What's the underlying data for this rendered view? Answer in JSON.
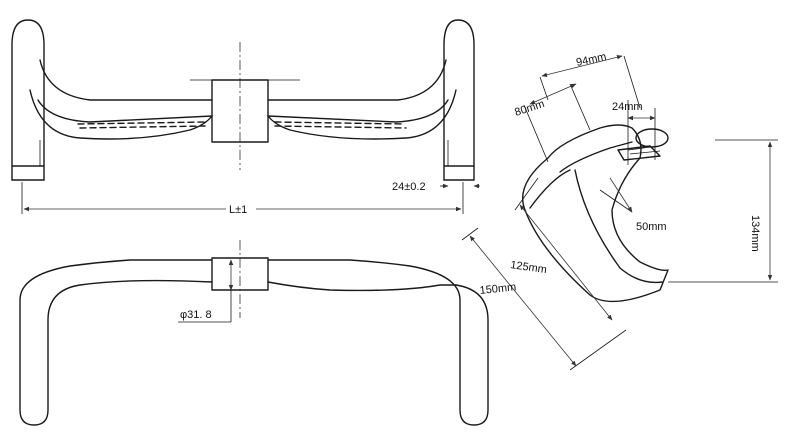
{
  "labels": {
    "length": "L±1",
    "flat_width": "24±0.2",
    "clamp_diameter": "φ31. 8",
    "reach_94": "94mm",
    "reach_80": "80mm",
    "hood_24": "24mm",
    "drop_50": "50mm",
    "drop_134": "134mm",
    "drop_125": "125mm",
    "drop_150": "150mm"
  }
}
